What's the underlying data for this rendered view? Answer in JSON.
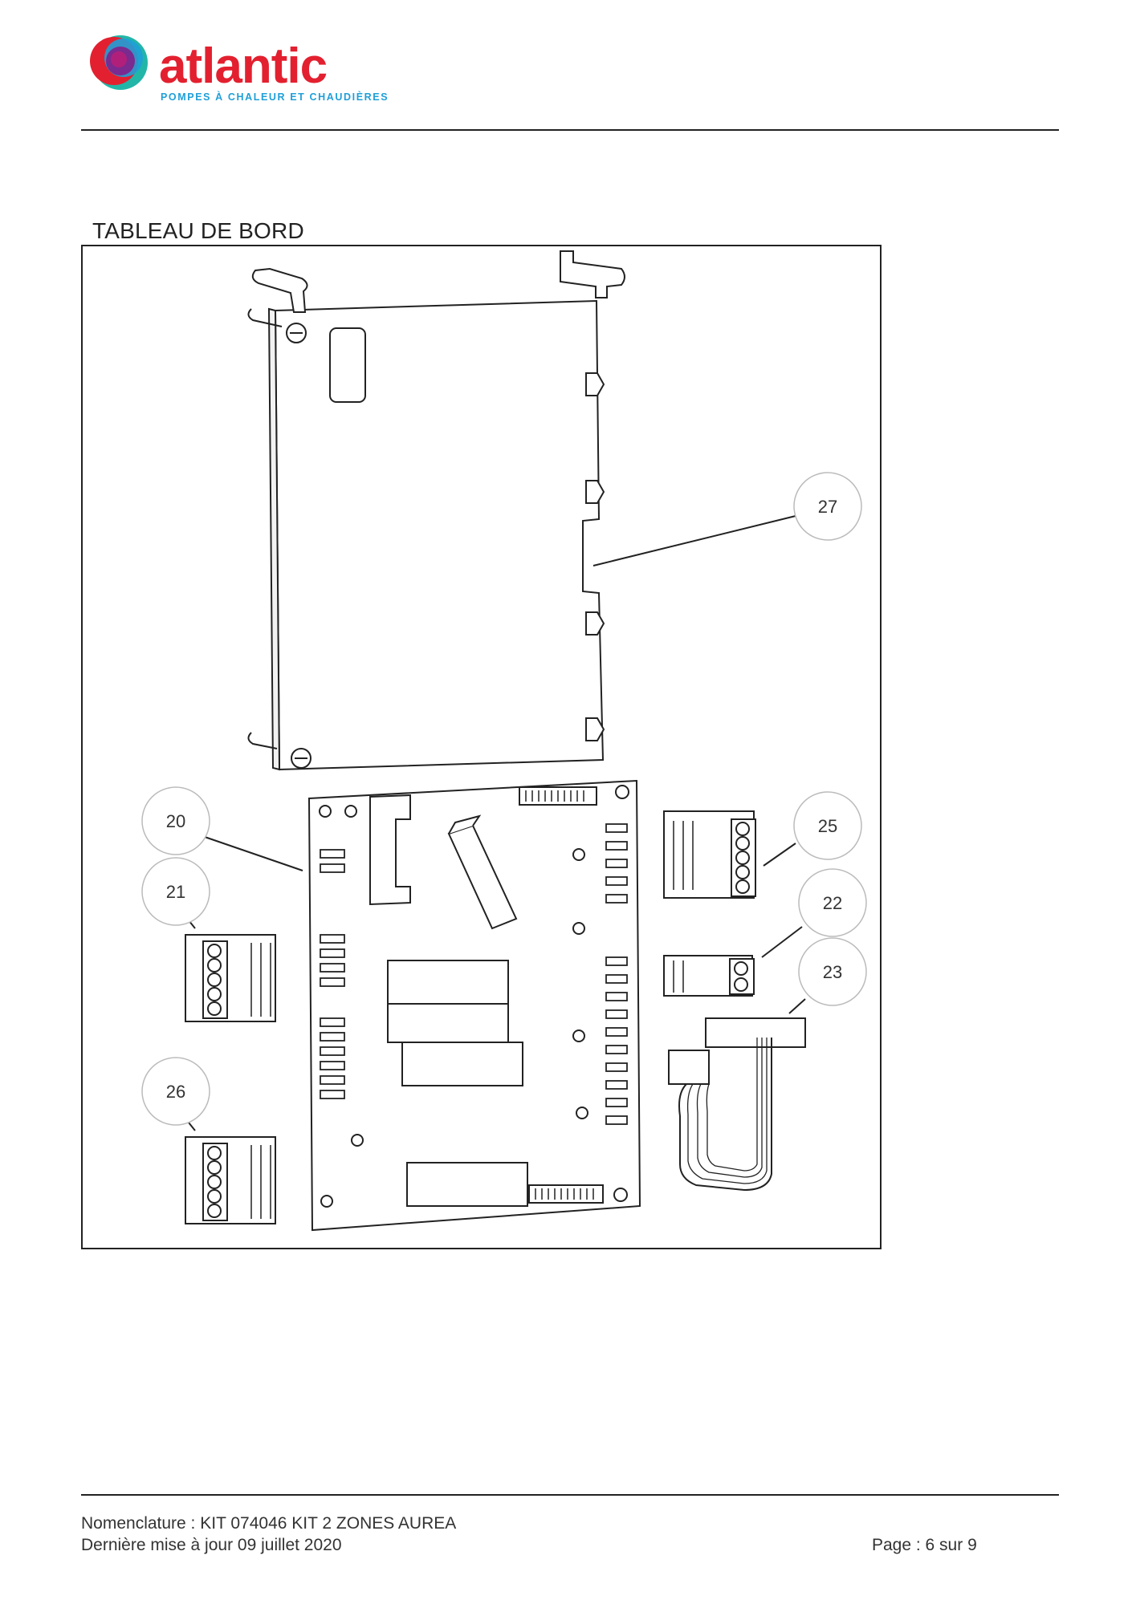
{
  "header": {
    "brand_name": "atlantic",
    "brand_tagline": "POMPES À CHALEUR ET CHAUDIÈRES",
    "colors": {
      "brand_red": "#e3202f",
      "brand_purple": "#7b2a8f",
      "brand_blue": "#1f9fd8",
      "brand_teal": "#22b6a8"
    }
  },
  "section": {
    "title": "TABLEAU DE BORD"
  },
  "figure": {
    "callouts": [
      {
        "label": "27"
      },
      {
        "label": "20"
      },
      {
        "label": "21"
      },
      {
        "label": "25"
      },
      {
        "label": "22"
      },
      {
        "label": "23"
      },
      {
        "label": "26"
      }
    ]
  },
  "footer": {
    "line1": "Nomenclature : KIT 074046 KIT 2 ZONES AUREA",
    "line2": "Dernière mise à jour 09 juillet 2020",
    "page": "Page : 6 sur 9"
  }
}
